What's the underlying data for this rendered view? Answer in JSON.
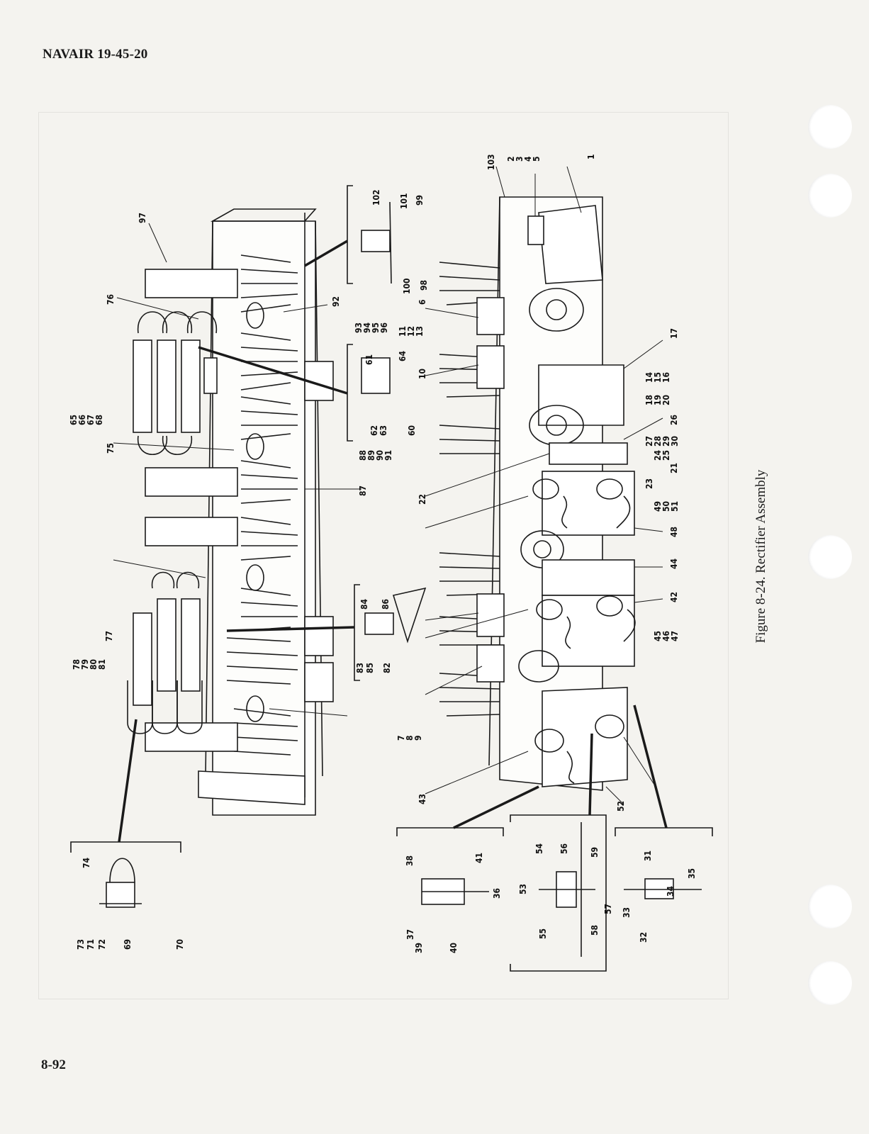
{
  "header": {
    "doc_id": "NAVAIR 19-45-20"
  },
  "footer": {
    "page_number": "8-92"
  },
  "figure": {
    "caption": "Figure 8-24. Rectifier Assembly",
    "callouts": [
      "1",
      "2",
      "3",
      "4",
      "5",
      "6",
      "7",
      "8",
      "9",
      "10",
      "11",
      "12",
      "13",
      "14",
      "15",
      "16",
      "17",
      "18",
      "19",
      "20",
      "21",
      "22",
      "23",
      "24",
      "25",
      "26",
      "27",
      "28",
      "29",
      "30",
      "31",
      "32",
      "33",
      "34",
      "35",
      "36",
      "37",
      "38",
      "39",
      "40",
      "41",
      "42",
      "43",
      "44",
      "45",
      "46",
      "47",
      "48",
      "49",
      "50",
      "51",
      "52",
      "53",
      "54",
      "55",
      "56",
      "57",
      "58",
      "59",
      "60",
      "61",
      "62",
      "63",
      "64",
      "65",
      "66",
      "67",
      "68",
      "69",
      "70",
      "71",
      "72",
      "73",
      "74",
      "75",
      "76",
      "77",
      "78",
      "79",
      "80",
      "81",
      "82",
      "83",
      "84",
      "85",
      "86",
      "87",
      "88",
      "89",
      "90",
      "91",
      "92",
      "93",
      "94",
      "95",
      "96",
      "97",
      "98",
      "99",
      "100",
      "101",
      "102",
      "103"
    ]
  }
}
